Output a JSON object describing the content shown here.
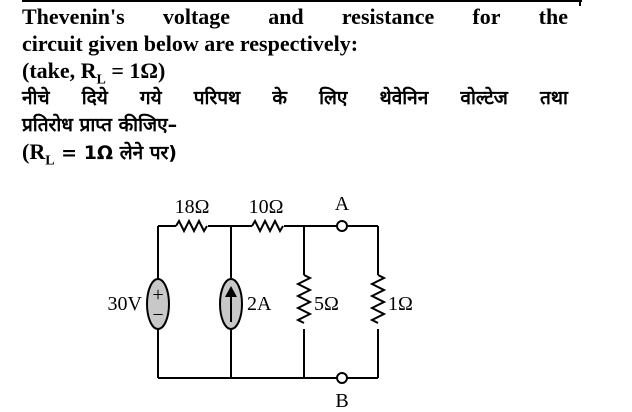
{
  "question": {
    "english_line1_words": [
      "Thevenin's",
      "voltage",
      "and",
      "resistance",
      "for",
      "the"
    ],
    "english_line2": "circuit given below are respectively:",
    "english_line3_prefix": "(take, R",
    "english_line3_sub": "L",
    "english_line3_suffix": " = 1Ω)",
    "hindi_line1_words": [
      "नीचे",
      "दिये",
      "गये",
      "परिपथ",
      "के",
      "लिए",
      "थेवेनिन",
      "वोल्टेज",
      "तथा"
    ],
    "hindi_line2": "प्रतिरोध प्राप्त कीजिए–",
    "hindi_line3_prefix": "(R",
    "hindi_line3_sub": "L",
    "hindi_line3_suffix": " = 1Ω लेने पर)"
  },
  "circuit": {
    "r1_label": "18Ω",
    "r2_label": "10Ω",
    "r3_label": "5Ω",
    "rl_label": "1Ω",
    "vsource_label": "30V",
    "vsource_plus": "+",
    "vsource_minus": "−",
    "isource_label": "2A",
    "node_a_label": "A",
    "node_b_label": "B"
  }
}
